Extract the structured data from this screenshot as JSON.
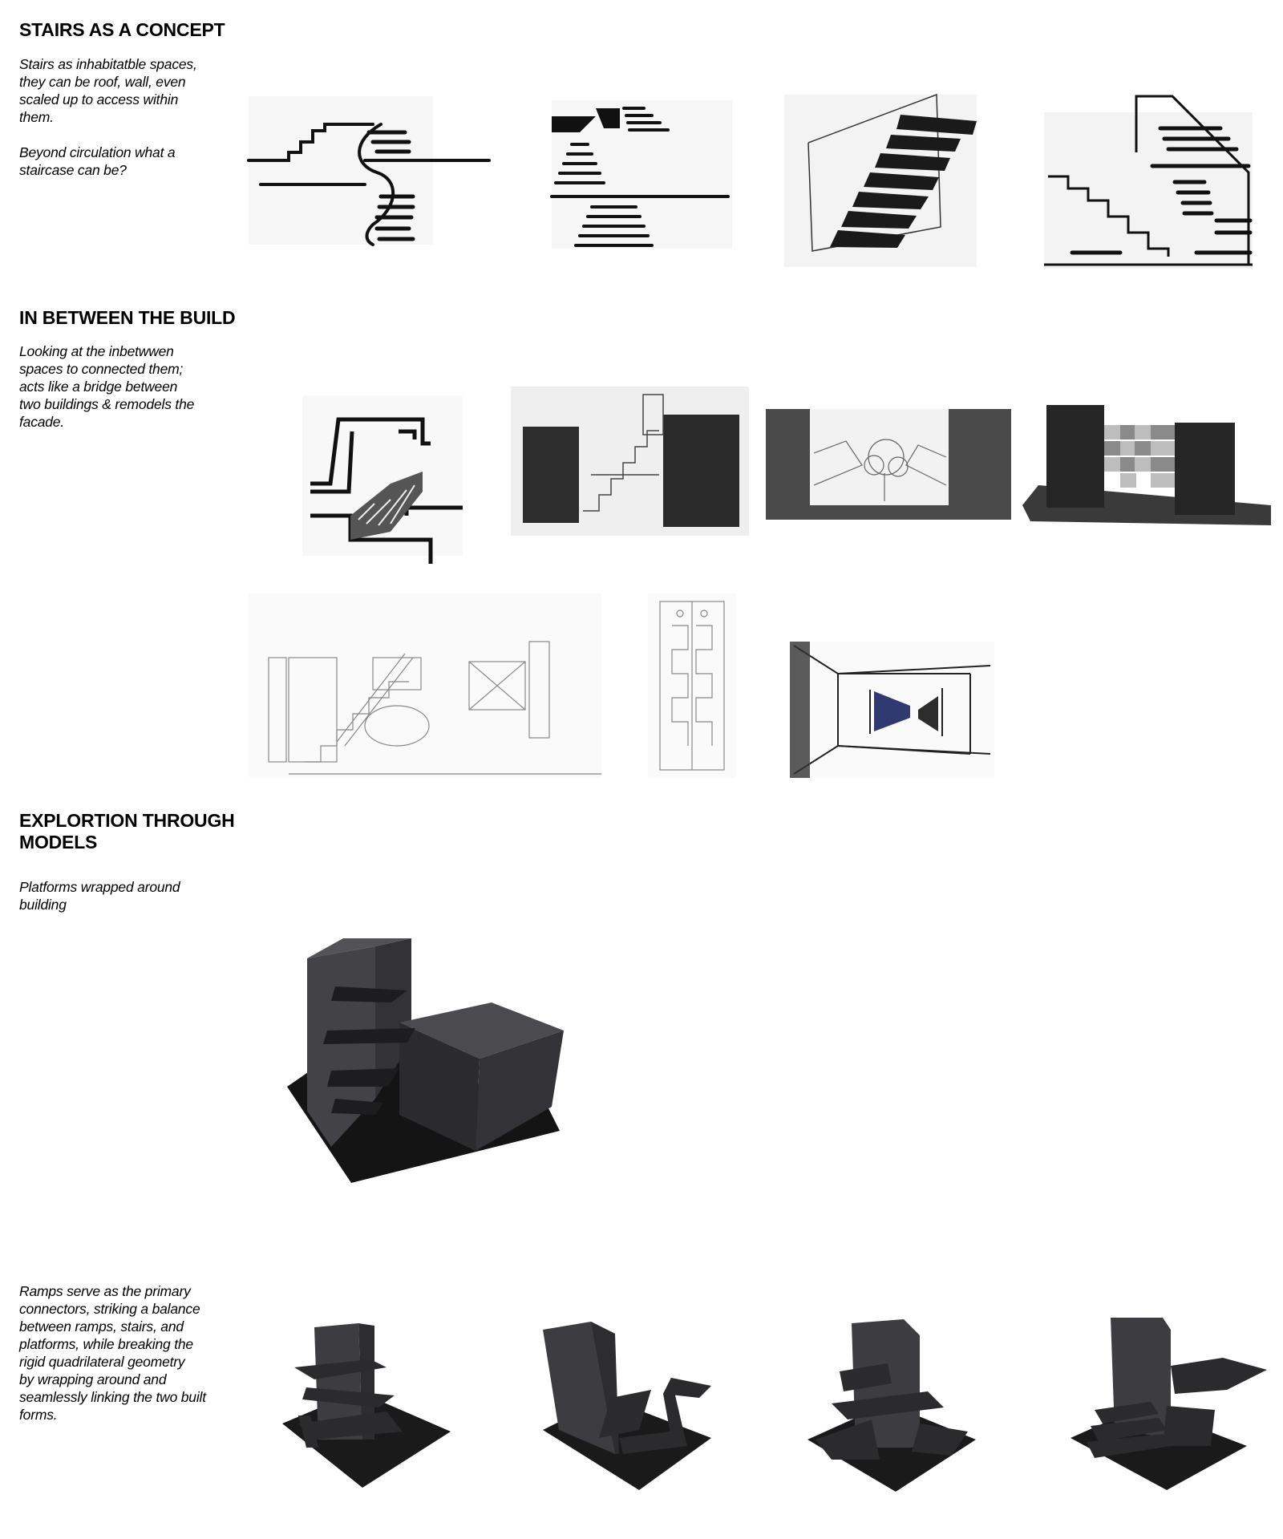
{
  "sections": [
    {
      "title": "STAIRS AS A CONCEPT",
      "paragraphs": [
        "Stairs as inhabitatble spaces,\nthey can be roof, wall, even\nscaled up to access within\nthem.",
        "Beyond circulation what a\nstaircase can be?"
      ]
    },
    {
      "title": "IN BETWEEN THE BUILD",
      "paragraphs": [
        "Looking at the inbetwwen\nspaces to connected them;\nacts like a bridge between\ntwo buildings & remodels the\nfacade."
      ]
    },
    {
      "title": "EXPLORTION THROUGH\nMODELS",
      "paragraphs": [
        "Platforms wrapped around\nbuilding",
        "Ramps serve as the primary\nconnectors, striking a balance\nbetween ramps, stairs, and\nplatforms, while breaking the\nrigid quadrilateral geometry\nby wrapping around and\nseamlessly linking the two built\nforms."
      ]
    }
  ],
  "colors": {
    "ink": "#111111",
    "charcoal": "#2a2a2a",
    "paper": "#f4f4f4",
    "model": "#3a3a3c"
  }
}
